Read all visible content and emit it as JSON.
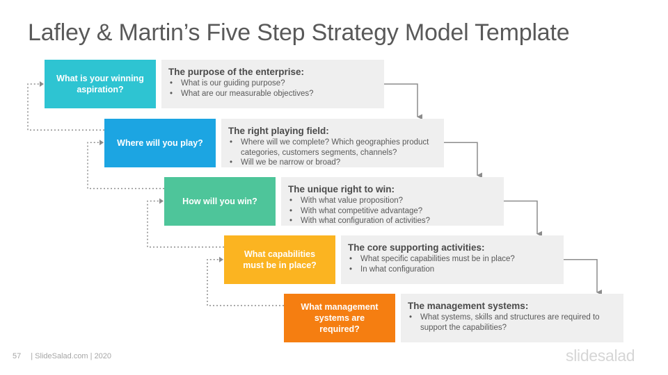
{
  "title": "Lafley & Martin’s Five Step Strategy Model Template",
  "steps": [
    {
      "question": "What is your winning aspiration?",
      "color": "#2ec4d2",
      "heading": "The purpose of the enterprise:",
      "bullets": [
        "What is our guiding purpose?",
        "What are our measurable objectives?"
      ]
    },
    {
      "question": "Where will you play?",
      "color": "#1ca5e2",
      "heading": "The right playing field:",
      "bullets": [
        "Where will we complete? Which geographies product categories, customers segments, channels?",
        "Will we be narrow or broad?"
      ]
    },
    {
      "question": "How will you win?",
      "color": "#4ec59a",
      "heading": "The unique right to win:",
      "bullets": [
        "With what value proposition?",
        "With what competitive advantage?",
        "With what configuration of activities?"
      ]
    },
    {
      "question": "What capabilities must be in place?",
      "color": "#fbb421",
      "heading": "The core supporting activities:",
      "bullets": [
        "What specific capabilities must be in place?",
        "In what configuration"
      ]
    },
    {
      "question": "What management systems are required?",
      "color": "#f57e11",
      "heading": "The management systems:",
      "bullets": [
        "What systems, skills and structures are required to support the capabilities?"
      ]
    }
  ],
  "footer": {
    "page": "57",
    "text": "| SlideSalad.com | 2020"
  },
  "logo": "slidesalad"
}
